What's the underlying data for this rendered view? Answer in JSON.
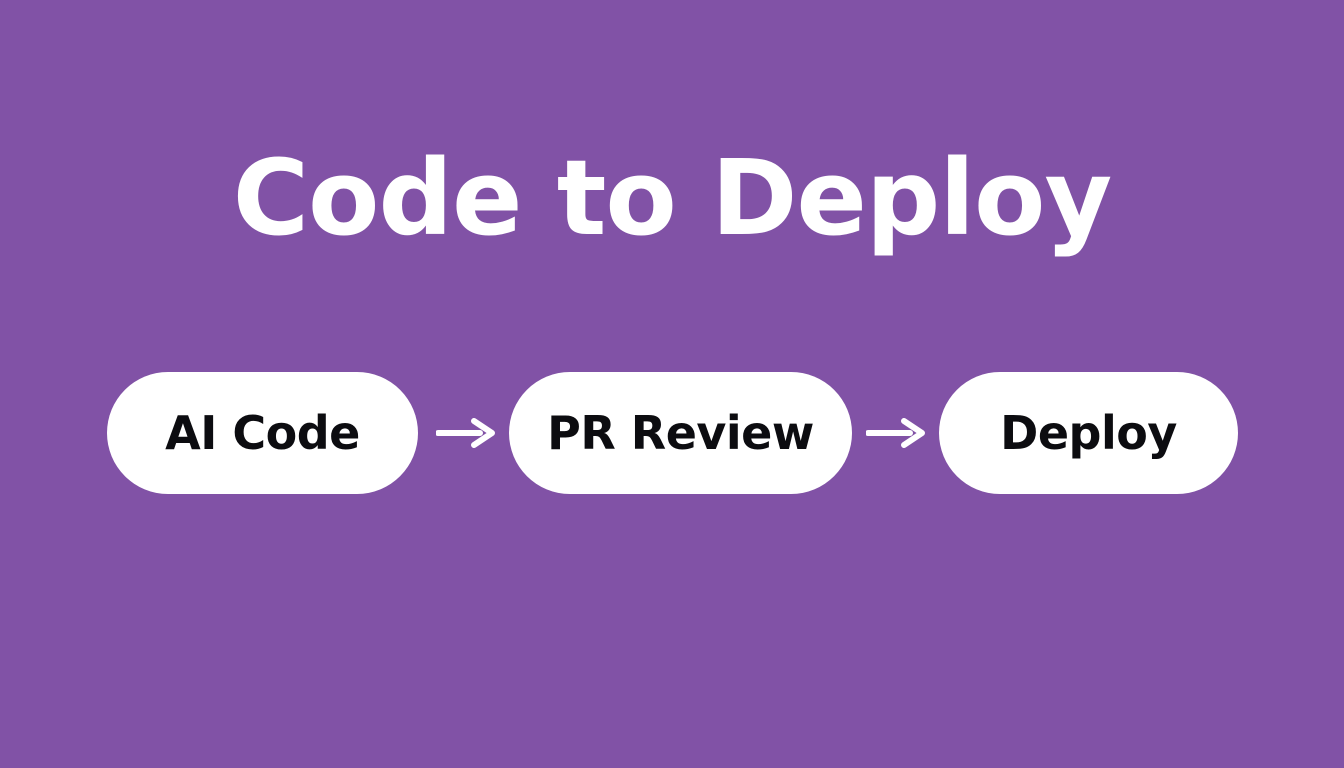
{
  "title": "Code to Deploy",
  "steps": [
    {
      "label": "AI Code"
    },
    {
      "label": "PR Review"
    },
    {
      "label": "Deploy"
    }
  ],
  "connectors": [
    {
      "from": "AI Code",
      "to": "PR Review",
      "icon": "arrow-right-icon"
    },
    {
      "from": "PR Review",
      "to": "Deploy",
      "icon": "arrow-right-icon"
    }
  ],
  "colors": {
    "background": "#8152a6",
    "node_fill": "#ffffff",
    "node_text": "#0c0c10",
    "title_text": "#ffffff",
    "arrow": "#ffffff"
  }
}
